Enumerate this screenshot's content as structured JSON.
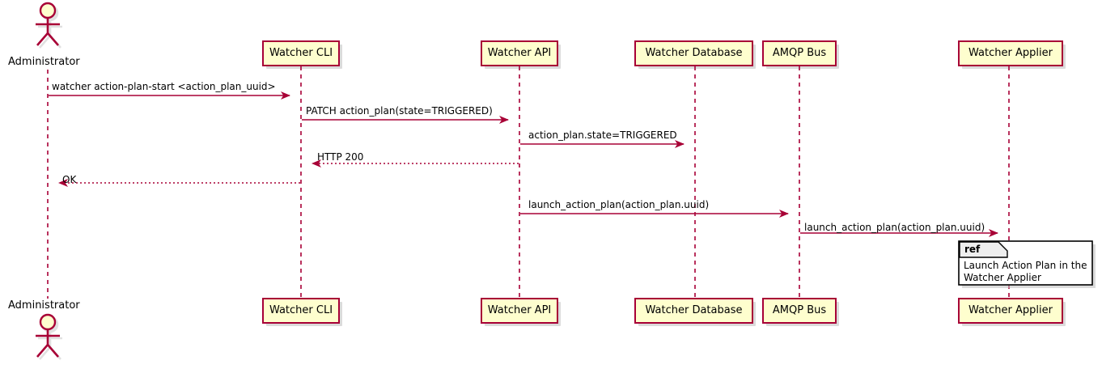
{
  "diagram": {
    "type": "sequence",
    "title": "",
    "colors": {
      "participant_fill": "#FEFECE",
      "participant_border": "#A80036",
      "lifeline": "#A80036",
      "arrow": "#A80036",
      "text": "#000000",
      "ref_fill": "#FFFFFF",
      "ref_border": "#000000",
      "shadow": "#BDBDBD",
      "background": "#FFFFFF"
    },
    "actors": [
      {
        "name": "administrator",
        "label": "Administrator",
        "kind": "actor"
      }
    ],
    "participants": [
      {
        "name": "watcher-cli",
        "label": "Watcher CLI",
        "kind": "participant"
      },
      {
        "name": "watcher-api",
        "label": "Watcher API",
        "kind": "participant"
      },
      {
        "name": "watcher-database",
        "label": "Watcher Database",
        "kind": "participant"
      },
      {
        "name": "amqp-bus",
        "label": "AMQP Bus",
        "kind": "participant"
      },
      {
        "name": "watcher-applier",
        "label": "Watcher Applier",
        "kind": "participant"
      }
    ],
    "messages": [
      {
        "index": 1,
        "label": "watcher action-plan-start <action_plan_uuid>",
        "from": "administrator",
        "to": "watcher-cli",
        "style": "solid",
        "direction": "right"
      },
      {
        "index": 2,
        "label": "PATCH action_plan(state=TRIGGERED)",
        "from": "watcher-cli",
        "to": "watcher-api",
        "style": "solid",
        "direction": "right"
      },
      {
        "index": 3,
        "label": "action_plan.state=TRIGGERED",
        "from": "watcher-api",
        "to": "watcher-database",
        "style": "solid",
        "direction": "right"
      },
      {
        "index": 4,
        "label": "HTTP 200",
        "from": "watcher-api",
        "to": "watcher-cli",
        "style": "dotted",
        "direction": "left"
      },
      {
        "index": 5,
        "label": "OK",
        "from": "watcher-cli",
        "to": "administrator",
        "style": "dotted",
        "direction": "left"
      },
      {
        "index": 6,
        "label": "launch_action_plan(action_plan.uuid)",
        "from": "watcher-api",
        "to": "amqp-bus",
        "style": "solid",
        "direction": "right"
      },
      {
        "index": 7,
        "label": "launch_action_plan(action_plan.uuid)",
        "from": "amqp-bus",
        "to": "watcher-applier",
        "style": "solid",
        "direction": "right"
      }
    ],
    "reference": {
      "keyword": "ref",
      "line1": "Launch Action Plan in the",
      "line2": "Watcher Applier",
      "over": [
        "watcher-applier"
      ]
    }
  }
}
